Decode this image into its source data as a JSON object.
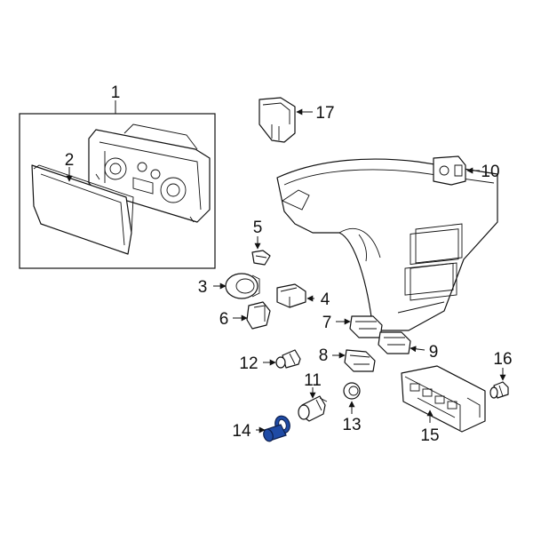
{
  "diagram": {
    "callouts": {
      "c1": "1",
      "c2": "2",
      "c3": "3",
      "c4": "4",
      "c5": "5",
      "c6": "6",
      "c7": "7",
      "c8": "8",
      "c9": "9",
      "c10": "10",
      "c11": "11",
      "c12": "12",
      "c13": "13",
      "c14": "14",
      "c15": "15",
      "c16": "16",
      "c17": "17"
    },
    "highlight_color": "#1f4ba5"
  }
}
